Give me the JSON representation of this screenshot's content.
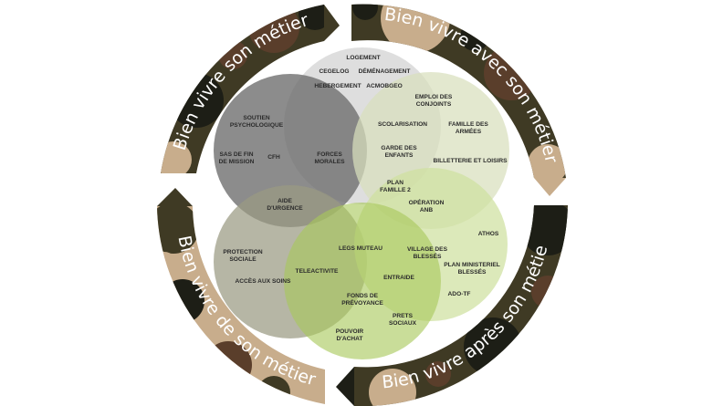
{
  "ring_segments": [
    {
      "name": "top-left",
      "label": "Bien vivre son métier"
    },
    {
      "name": "top-right",
      "label": "Bien vivre avec son métier"
    },
    {
      "name": "bottom-right",
      "label": "Bien vivre après son métier"
    },
    {
      "name": "bottom-left",
      "label": "Bien vivre de son métier"
    }
  ],
  "labels": [
    [
      "LOGEMENT"
    ],
    [
      "CEGELOG"
    ],
    [
      "DÉMÉNAGEMENT"
    ],
    [
      "HEBERGEMENT"
    ],
    [
      "ACMOBGEO"
    ],
    [
      "SOUTIEN",
      "PSYCHOLOGIQUE"
    ],
    [
      "EMPLOI DES",
      "CONJOINTS"
    ],
    [
      "SCOLARISATION"
    ],
    [
      "FAMILLE DES",
      "ARMÉES"
    ],
    [
      "SAS DE FIN",
      "DE MISSION"
    ],
    [
      "CFH"
    ],
    [
      "FORCES",
      "MORALES"
    ],
    [
      "GARDE DES",
      "ENFANTS"
    ],
    [
      "BILLETTERIE ET LOISIRS"
    ],
    [
      "PLAN",
      "FAMILLE 2"
    ],
    [
      "AIDE",
      "D'URGENCE"
    ],
    [
      "OPÉRATION",
      "ANB"
    ],
    [
      "ATHOS"
    ],
    [
      "LEGS MUTEAU"
    ],
    [
      "VILLAGE DES",
      "BLESSÉS"
    ],
    [
      "PROTECTION",
      "SOCIALE"
    ],
    [
      "PLAN MINISTERIEL",
      "BLESSÉS"
    ],
    [
      "TELEACTIVITE"
    ],
    [
      "ENTRAIDE"
    ],
    [
      "ACCÈS AUX SOINS"
    ],
    [
      "ADO-TF"
    ],
    [
      "FONDS DE",
      "PRÉVOYANCE"
    ],
    [
      "PRETS",
      "SOCIAUX"
    ],
    [
      "POUVOIR",
      "D'ACHAT"
    ]
  ],
  "colors": {
    "camo_light": "#c8ad8c",
    "camo_brown": "#5a3e2b",
    "camo_olive": "#3f3a24",
    "camo_dark": "#1d1e16",
    "circle_top": "#d3d3d3",
    "circle_topleft": "#6b6b6b",
    "circle_topright": "#d8dfbc",
    "circle_bottomleft": "#9a9a82",
    "circle_bottom": "#a8c85a",
    "circle_bottomright": "#cfe0a0"
  }
}
